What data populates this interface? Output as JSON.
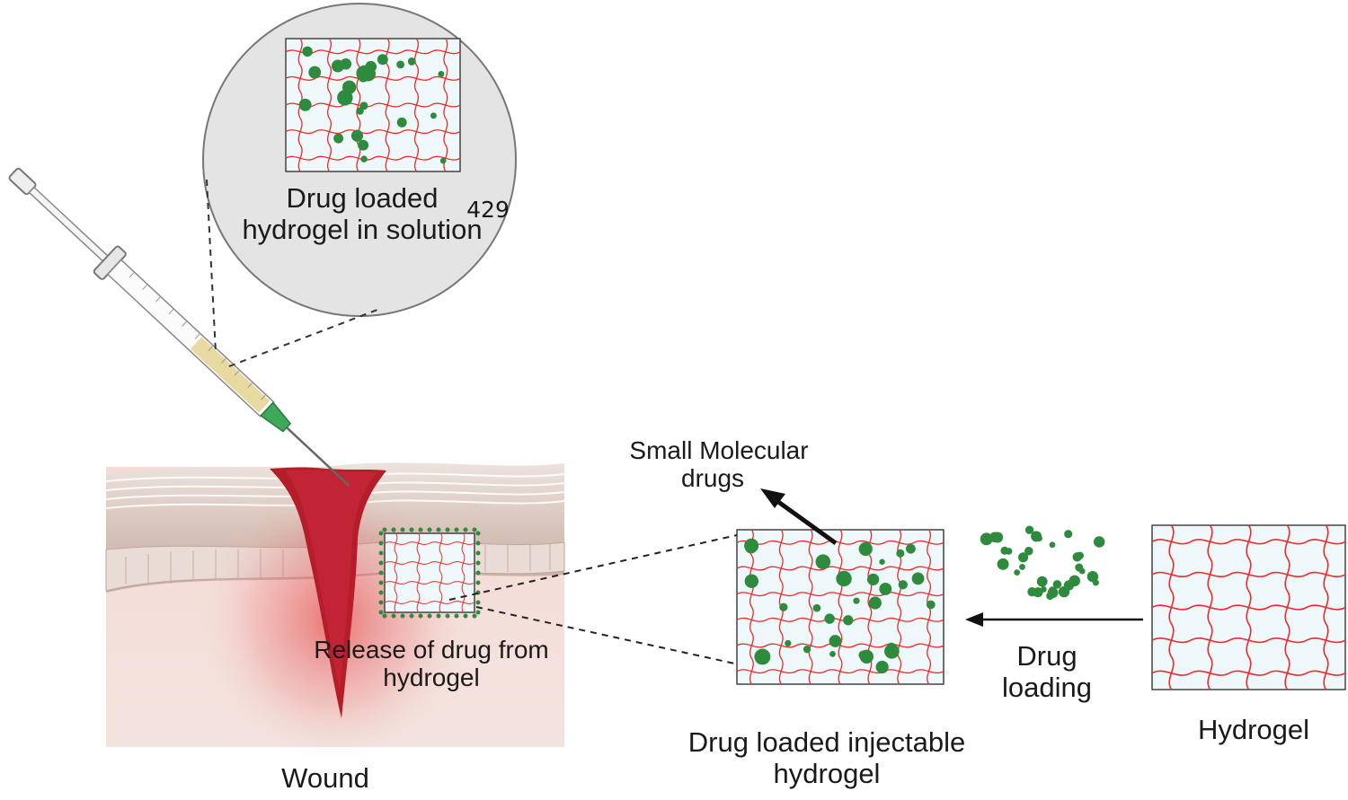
{
  "figure": {
    "page_number": "429",
    "labels": {
      "zoom_line1": "Drug loaded",
      "zoom_line2": "hydrogel in solution",
      "release_line1": "Release of drug from",
      "release_line2": "hydrogel",
      "wound": "Wound",
      "small_line1": "Small Molecular",
      "small_line2": "drugs",
      "injectable_line1": "Drug loaded injectable",
      "injectable_line2": "hydrogel",
      "loading_line1": "Drug",
      "loading_line2": "loading",
      "hydrogel": "Hydrogel"
    },
    "colors": {
      "network_line": "#ee2a2a",
      "network_fill": "#eef7f9",
      "drug_particle": "#2e8b3e",
      "wound_blood": "#b51d29",
      "skin_tissue": "#c9b3aa",
      "zoom_circle": "#e4e4e4",
      "syringe_fluid": "#e8d9a0",
      "needle_hub": "#3fa85a"
    }
  }
}
